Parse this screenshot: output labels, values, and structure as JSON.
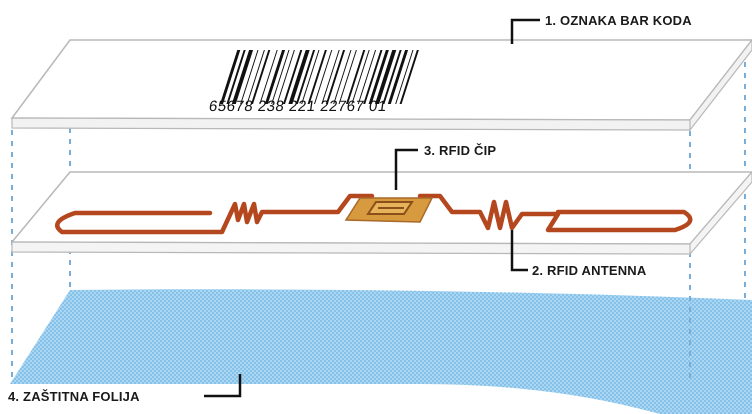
{
  "labels": {
    "barcode": "1. OZNAKA BAR KODA",
    "antenna": "2. RFID ANTENNA",
    "chip": "3. RFID ČIP",
    "foil": "4. ZAŠTITNA FOLIJA"
  },
  "barcode_number": "65678  238  221  22767  01",
  "colors": {
    "antenna": "#b5471f",
    "chip": "#d89a3e",
    "foil": "#8cc6ec",
    "guides": "#7aaed9",
    "outline": "#b8b8b8"
  }
}
